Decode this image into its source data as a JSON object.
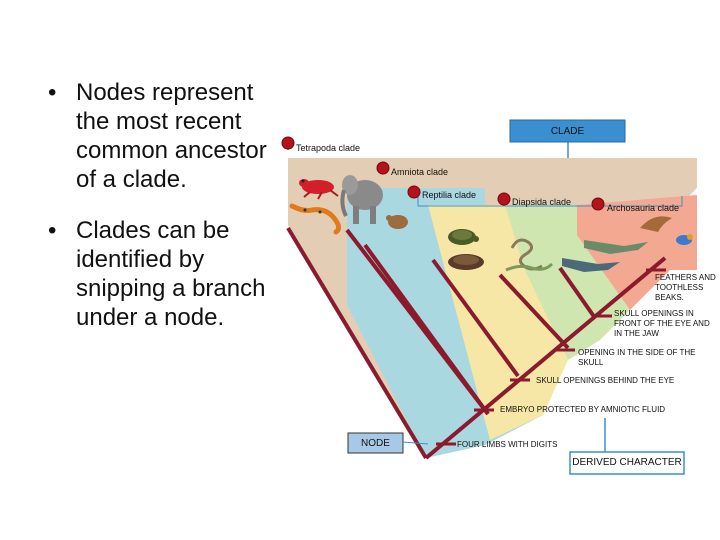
{
  "bullets": [
    "Nodes represent the most recent common ancestor of a clade.",
    "Clades can be identified by snipping a branch under a node."
  ],
  "bullet_symbol": "•",
  "clades": {
    "tetrapoda": "Tetrapoda clade",
    "amniota": "Amniota clade",
    "reptilia": "Reptilia clade",
    "diapsida": "Diapsida clade",
    "archosauria": "Archosauria clade"
  },
  "characters": {
    "four_limbs": "FOUR LIMBS WITH DIGITS",
    "embryo": "EMBRYO PROTECTED BY AMNIOTIC FLUID",
    "skull_behind_eye": "SKULL OPENINGS BEHIND THE EYE",
    "opening_side": "OPENING IN THE SIDE OF THE SKULL",
    "skull_front_eye": "SKULL OPENINGS IN FRONT OF THE EYE AND IN THE JAW",
    "feathers": "FEATHERS AND TOOTHLESS BEAKS."
  },
  "callouts": {
    "clade": "CLADE",
    "node": "NODE",
    "derived_character": "DERIVED CHARACTER"
  },
  "colors": {
    "branch": "#8b1a2e",
    "tetrapoda_band": "#e3cdb4",
    "amniota_band": "#a9d8e0",
    "reptilia_band": "#f6e7a7",
    "diapsida_band": "#cfe6b0",
    "archosauria_band": "#f3a892",
    "node_dot": "#b5121b",
    "callout_fill": "#3a8fd1",
    "node_box": "#a7c9e6"
  }
}
